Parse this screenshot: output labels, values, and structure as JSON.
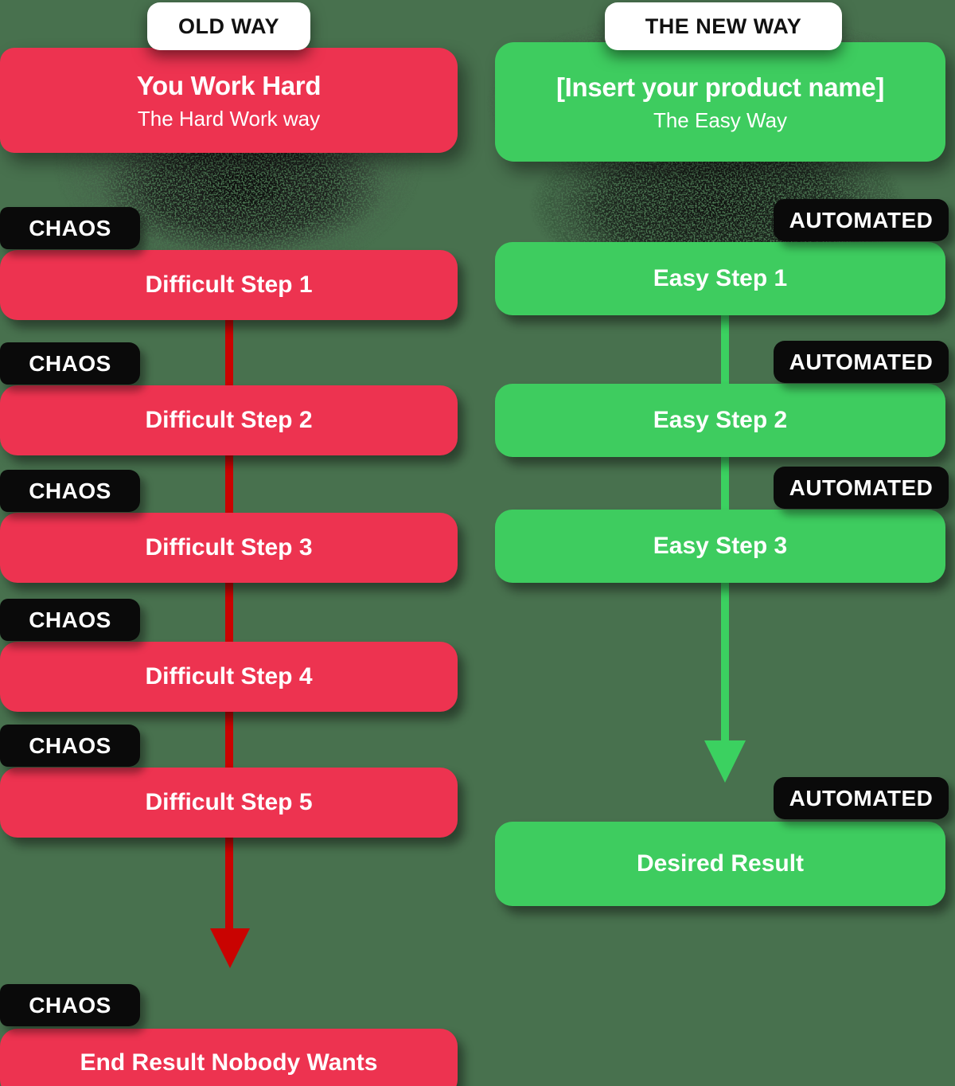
{
  "colors": {
    "background": "#48714E",
    "old_accent": "#ED3350",
    "old_arrow": "#C90301",
    "new_accent": "#3ECC5F",
    "new_arrow": "#3BD160",
    "label_bg": "#0A0A0A",
    "badge_bg": "#FFFFFF",
    "badge_text": "#111111"
  },
  "icons": {
    "old_way_arrow": "down-arrow",
    "new_way_arrow": "down-arrow",
    "texture": "spray-paint-shadow"
  },
  "old_way": {
    "badge": "OLD WAY",
    "header": {
      "title": "You Work Hard",
      "subtitle": "The Hard Work way"
    },
    "label": "CHAOS",
    "steps": [
      "Difficult Step 1",
      "Difficult Step 2",
      "Difficult Step 3",
      "Difficult Step 4",
      "Difficult Step 5"
    ],
    "result": "End Result Nobody Wants"
  },
  "new_way": {
    "badge": "THE NEW WAY",
    "header": {
      "title": "[Insert your product name]",
      "subtitle": "The Easy Way"
    },
    "label": "AUTOMATED",
    "steps": [
      "Easy Step 1",
      "Easy Step 2",
      "Easy Step 3"
    ],
    "result": "Desired Result"
  }
}
